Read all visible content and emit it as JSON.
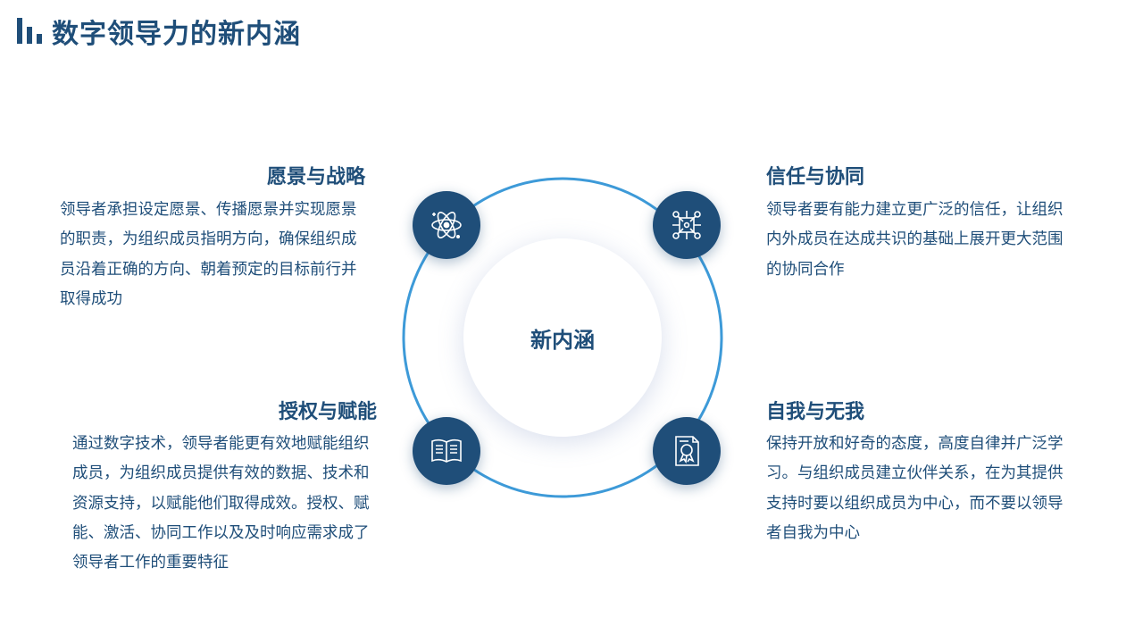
{
  "header": {
    "title": "数字领导力的新内涵",
    "icon": "bar-chart-icon"
  },
  "colors": {
    "primary": "#1f4e79",
    "ring": "#3d9ad8",
    "background": "#ffffff"
  },
  "center": {
    "label": "新内涵"
  },
  "items": [
    {
      "title": "愿景与战略",
      "body": "领导者承担设定愿景、传播愿景并实现愿景的职责，为组织成员指明方向，确保组织成员沿着正确的方向、朝着预定的目标前行并取得成功",
      "icon": "atom-icon"
    },
    {
      "title": "信任与协同",
      "body": "领导者要有能力建立更广泛的信任，让组织内外成员在达成共识的基础上展开更大范围的协同合作",
      "icon": "network-icon"
    },
    {
      "title": "授权与赋能",
      "body": "通过数字技术，领导者能更有效地赋能组织成员，为组织成员提供有效的数据、技术和资源支持，以赋能他们取得成效。授权、赋能、激活、协同工作以及及时响应需求成了领导者工作的重要特征",
      "icon": "open-book-icon"
    },
    {
      "title": "自我与无我",
      "body": "保持开放和好奇的态度，高度自律并广泛学习。与组织成员建立伙伴关系，在为其提供支持时要以组织成员为中心，而不要以领导者自我为中心",
      "icon": "certificate-icon"
    }
  ]
}
